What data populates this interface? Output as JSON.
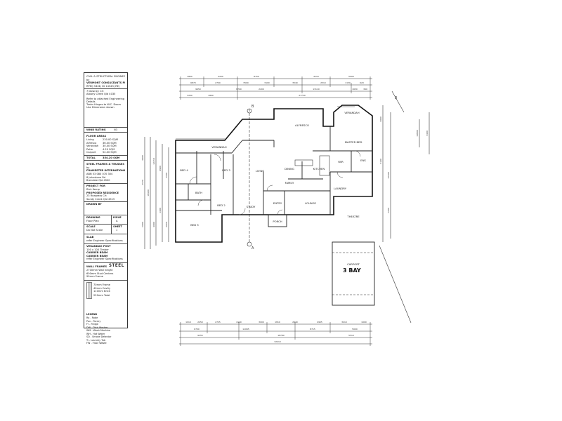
{
  "title_block": {
    "engineer_heading": "CIVIL & STRUCTURAL ENGINEERING",
    "engineer_by": "by",
    "engineer_name": "VERMONT CONSULTANTS PL",
    "engineer_rpeq": "RPEQ 5408, ID 14343 (RE)",
    "engineer_addr1": "7 Downey Crt",
    "engineer_addr2": "Albany Creek Qld 4035",
    "note1": "Refer to attached Engineering",
    "note2": "Details",
    "note3": "Tonks Hinges to W.C. Doors",
    "note4": "Use Dimension shown",
    "wind_rating_label": "WIND RATING",
    "wind_rating_value": "N3",
    "floor_areas_heading": "FLOOR AREAS",
    "areas": [
      {
        "name": "Living",
        "value": "230.00 SQM"
      },
      {
        "name": "Alfresco",
        "value": "36.00 SQM"
      },
      {
        "name": "Verandah",
        "value": "30.00 SQM"
      },
      {
        "name": "Patio",
        "value": "4.20 SQM"
      },
      {
        "name": "Carport",
        "value": "54.00 SQM"
      }
    ],
    "total_label": "TOTAL",
    "total_value": "354.20 SQM",
    "frames_heading": "STEEL FRAMES & TRUSSES",
    "frames_by": "by",
    "frames_company": "FRAMESTER INTERNATIONAL PL",
    "frames_abn": "ABN 53 080 070 304",
    "frames_addr1": "8 Johnstone Rd",
    "frames_addr2": "Brendale Qld 4500",
    "project_heading": "PROJECT FOR",
    "project_client": "Rick Kemp",
    "proposed_heading": "PROPOSED RESIDENCE",
    "proposed_addr1": "23 Ruegrass Crt",
    "proposed_addr2": "Sandy Creek Qld 4515",
    "drawn_by_label": "DRAWN BY",
    "drawing_label": "DRAWING",
    "drawing_value": "Floor Plan",
    "issue_label": "ISSUE",
    "issue_value": "A",
    "scale_label": "SCALE",
    "scale_value": "Do Not Scale",
    "sheet_label": "SHEET",
    "sheet_value": "1",
    "slab_heading": "SLAB",
    "slab_text": "refer Engineer Specifications",
    "verandah_heading": "VERANDAH POST",
    "verandah_l1": "100 x 100 Timber",
    "verandah_l2": "CARRIER BEAM",
    "verandah_l3": "CARRIER BEAM",
    "verandah_l4": "refer Engineer Specifications",
    "wall_frames_label": "WALL FRAMES",
    "wall_frames_handwritten": "STEEL",
    "wall_l1": "2700mm Wall height",
    "wall_l2": "600mm Stud Centers",
    "wall_l3": "90mm Frame",
    "wall_section_l1": "70mm Frame",
    "wall_section_l2": "40mm Cavity",
    "wall_section_l3": "110mm Brick",
    "wall_section_total": "220mm Total"
  },
  "legend": {
    "heading": "LEGEND",
    "items": [
      "Ro  -  Robe",
      "Pan  -  Pantry",
      "Fr  -  Fridge",
      "DW  -  Dish Washer",
      "WM  -  Wash Machine",
      "WH  -  Hot Water",
      "SD  -  Smoke Detector",
      "Tr  -  Laundry Tub",
      "FW  -  Floor Waste"
    ]
  },
  "plan": {
    "rooms": {
      "alfresco": "ALFRESCO",
      "verandah": "VERANDAH",
      "verandah2": "VERANDAH",
      "master_bed": "MASTER BED",
      "bed4": "BED 4",
      "bed3": "BED 3",
      "bed2": "BED 2",
      "bed5": "BED 5",
      "living": "LIVING",
      "dining": "DINING",
      "kitchen": "KITCHEN",
      "family": "FAMILY",
      "lounge": "LOUNGE",
      "entry": "ENTRY",
      "study": "STUDY",
      "porch": "PORCH",
      "laundry": "LAUNDRY",
      "bath": "BATH",
      "ens": "ENS",
      "wir": "WIR",
      "theatre": "THEATRE",
      "carport": "CARPORT",
      "carport_note": "3 BAY"
    },
    "dims_top": {
      "row1": [
        "1800",
        "4200",
        "8750",
        "4110",
        "5000"
      ],
      "row2": [
        "6870",
        "2700",
        "3500",
        "3100",
        "3540",
        "2510",
        "1150",
        "620"
      ],
      "row3": [
        "9650",
        "8700",
        "2200",
        "13110",
        "1650",
        "390"
      ],
      "row4": [
        "3200",
        "1800",
        "27720"
      ]
    },
    "dims_bottom": {
      "row1": [
        "1910",
        "2450",
        "2725",
        "4140",
        "3000",
        "1810",
        "2640",
        "4905",
        "3410",
        "1000"
      ],
      "row2": [
        "6700",
        "11065",
        "8715",
        "5000"
      ],
      "row3": [
        "9255",
        "18780",
        "5510"
      ],
      "row4": [
        "32410"
      ]
    },
    "dims_left": [
      "4900",
      "3570",
      "5000",
      "18400",
      "12150",
      "4000",
      "6900",
      "1400",
      "3500",
      "2020"
    ],
    "dims_right": [
      "3000",
      "5100",
      "12400",
      "7200",
      "14800",
      "3400"
    ],
    "grid_marks": [
      "B",
      "A"
    ],
    "section_ref": "8"
  }
}
